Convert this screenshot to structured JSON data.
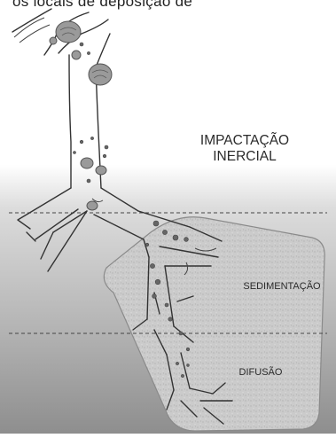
{
  "header": {
    "clipped_text": "os locais de deposição de"
  },
  "labels": {
    "impactacao": "IMPACTAÇÃO\nINERCIAL",
    "sedimentacao": "SEDIMENTAÇÃO",
    "difusao": "DIFUSÃO"
  },
  "colors": {
    "background_top": "#ffffff",
    "background_bottom": "#8f8f8f",
    "airway_wall": "#333333",
    "alveolar_region": "#c8c8c8",
    "particle_fill": "#777777"
  }
}
